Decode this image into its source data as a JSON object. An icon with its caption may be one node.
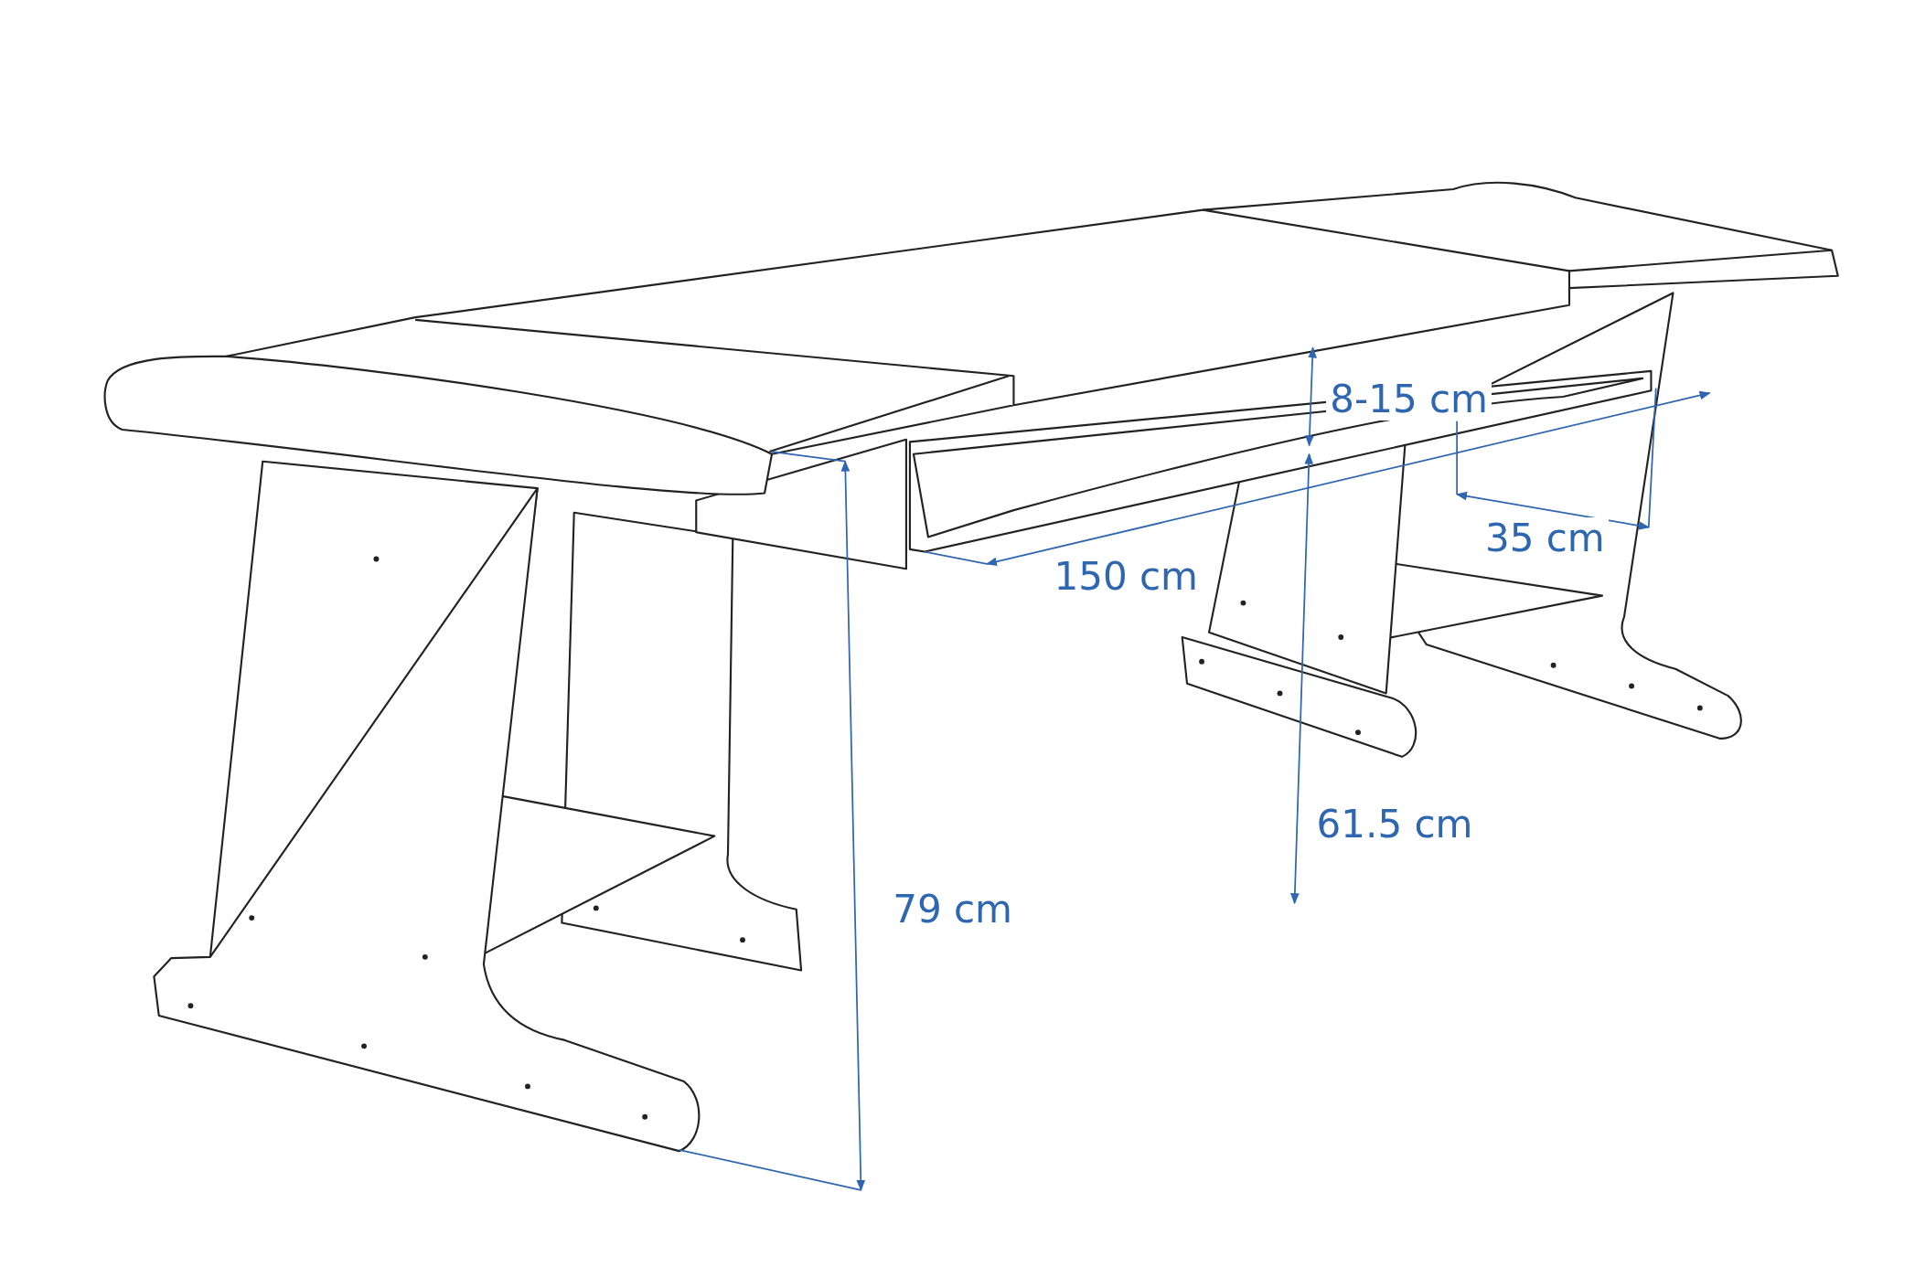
{
  "diagram": {
    "labels": [
      "8-15 cm",
      "150 cm",
      "35 cm",
      "61.5 cm",
      "79 cm"
    ]
  }
}
